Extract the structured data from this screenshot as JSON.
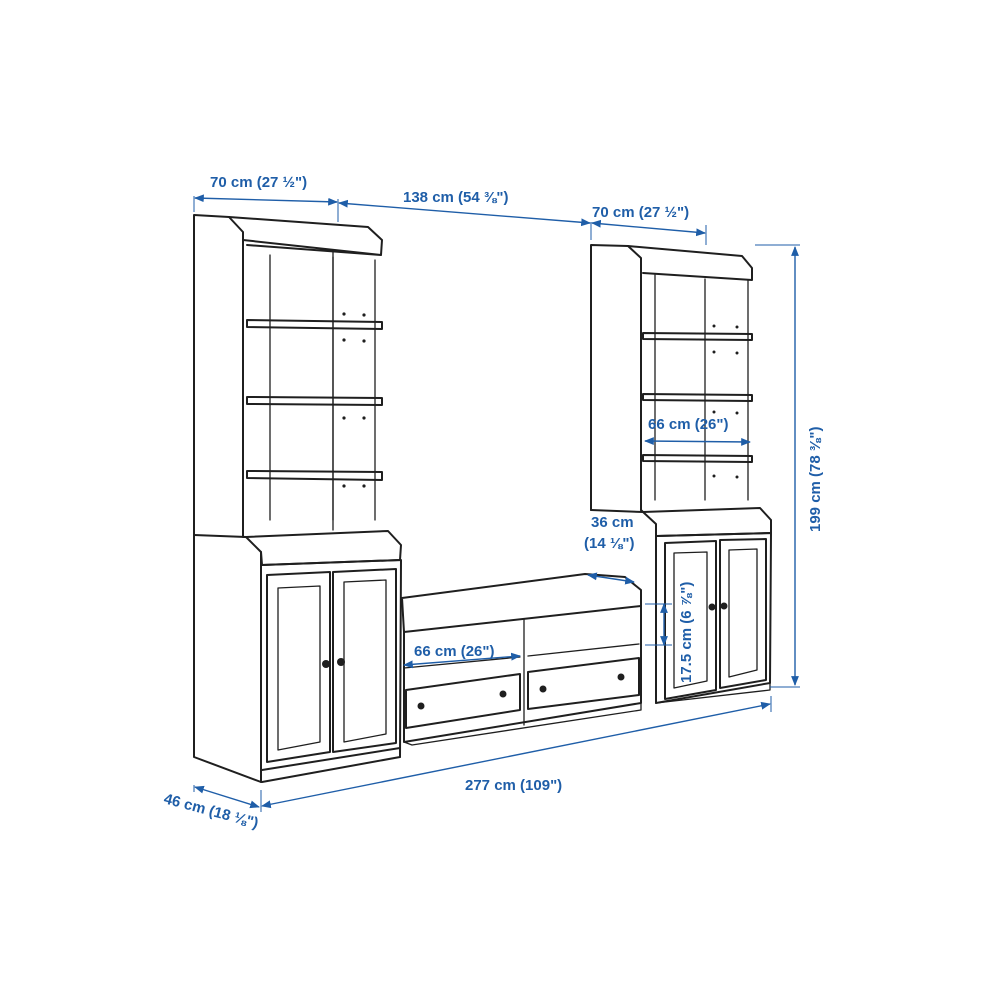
{
  "diagram": {
    "colors": {
      "line": "#1f1f1f",
      "dimension": "#1f5ea8",
      "background": "#ffffff"
    },
    "dimensions": {
      "left_width": "70 cm (27 ½\")",
      "middle_gap": "138 cm (54 ⅜\")",
      "right_width": "70 cm (27 ½\")",
      "total_height": "199 cm (78 ⅜\")",
      "inner_shelf_width": "66 cm (26\")",
      "tv_depth_line1": "36 cm",
      "tv_depth_line2": "(14 ⅛\")",
      "drawer_height": "17.5 cm (6 ⅞\")",
      "drawer_width": "66 cm (26\")",
      "total_width": "277 cm (109\")",
      "depth": "46 cm (18 ⅛\")"
    }
  }
}
